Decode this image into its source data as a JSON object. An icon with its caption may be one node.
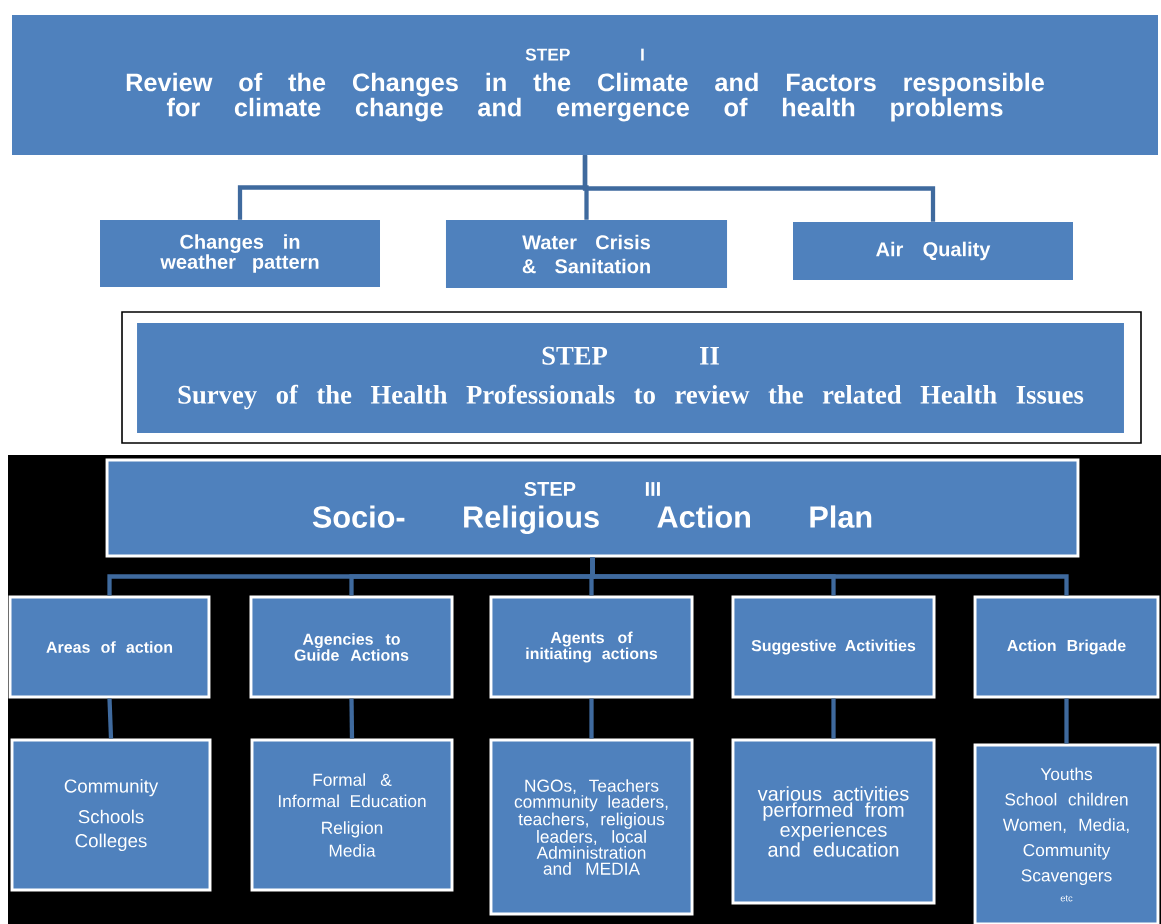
{
  "diagram": {
    "nodes": [
      {
        "text": [
          "STEP I",
          "Review of the Changes in the Climate and Factors responsible for climate change and emergence of health problems"
        ]
      },
      {
        "text": [
          "Changes in weather pattern"
        ]
      },
      {
        "text": [
          "Water Crisis",
          "& Sanitation"
        ]
      },
      {
        "text": [
          "Air Quality"
        ]
      },
      {
        "text": [
          "STEP II",
          "Survey of the Health Professionals to review the related Health Issues"
        ]
      },
      {
        "text": [
          "STEP III",
          "Socio- Religious Action Plan"
        ]
      },
      {
        "text": [
          "Areas of action"
        ]
      },
      {
        "text": [
          "Agencies to Guide Actions"
        ]
      },
      {
        "text": [
          "Agents of initiating actions"
        ]
      },
      {
        "text": [
          "Suggestive Activities"
        ]
      },
      {
        "text": [
          "Action Brigade"
        ]
      },
      {
        "text": [
          "Community",
          "Schools",
          "Colleges"
        ]
      },
      {
        "text": [
          "Formal & Informal Education",
          "Religion",
          "Media"
        ]
      },
      {
        "text": [
          "NGOs, Teachers community leaders, teachers, religious leaders, local Administration and MEDIA"
        ]
      },
      {
        "text": [
          "various activities performed from experiences and education"
        ]
      },
      {
        "text": [
          "Youths",
          "School children",
          "Women, Media,",
          "Community",
          "Scavengers",
          "etc"
        ]
      }
    ],
    "edges": [
      {
        "from": 0,
        "to": 1,
        "arrow": "none"
      },
      {
        "from": 0,
        "to": 2,
        "arrow": "none"
      },
      {
        "from": 0,
        "to": 3,
        "arrow": "none"
      },
      {
        "from": 5,
        "to": 6,
        "arrow": "none"
      },
      {
        "from": 5,
        "to": 7,
        "arrow": "none"
      },
      {
        "from": 5,
        "to": 8,
        "arrow": "none"
      },
      {
        "from": 5,
        "to": 9,
        "arrow": "none"
      },
      {
        "from": 5,
        "to": 10,
        "arrow": "none"
      },
      {
        "from": 6,
        "to": 11,
        "arrow": "none"
      },
      {
        "from": 7,
        "to": 12,
        "arrow": "none"
      },
      {
        "from": 8,
        "to": 13,
        "arrow": "none"
      },
      {
        "from": 9,
        "to": 14,
        "arrow": "none"
      },
      {
        "from": 10,
        "to": 15,
        "arrow": "none"
      }
    ]
  }
}
